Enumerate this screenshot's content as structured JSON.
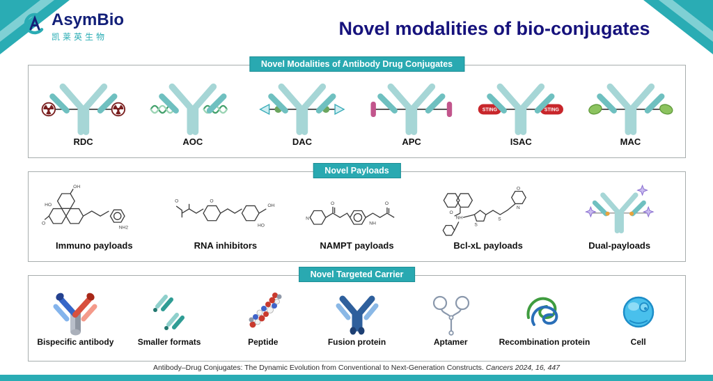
{
  "page": {
    "title": "Novel modalities of bio-conjugates",
    "footer_main": "Antibody–Drug Conjugates: The Dynamic Evolution from Conventional to Next-Generation Constructs.",
    "footer_journal": "Cancers 2024, 16, 447"
  },
  "logo": {
    "name": "AsymBio",
    "subtitle": "凯莱英生物"
  },
  "colors": {
    "teal": "#2aacb4",
    "navy": "#16127c",
    "antibody_light": "#a6d6d6",
    "antibody_dark": "#6fc0c0"
  },
  "sections": [
    {
      "header": "Novel Modalities of Antibody Drug Conjugates",
      "items": [
        {
          "label": "RDC"
        },
        {
          "label": "AOC"
        },
        {
          "label": "DAC"
        },
        {
          "label": "APC"
        },
        {
          "label": "ISAC",
          "tag": "STING"
        },
        {
          "label": "MAC"
        }
      ]
    },
    {
      "header": "Novel Payloads",
      "items": [
        {
          "label": "Immuno payloads"
        },
        {
          "label": "RNA inhibitors"
        },
        {
          "label": "NAMPT payloads"
        },
        {
          "label": "Bcl-xL payloads"
        },
        {
          "label": "Dual-payloads"
        }
      ]
    },
    {
      "header": "Novel Targeted Carrier",
      "items": [
        {
          "label": "Bispecific antibody"
        },
        {
          "label": "Smaller formats"
        },
        {
          "label": "Peptide"
        },
        {
          "label": "Fusion protein"
        },
        {
          "label": "Aptamer"
        },
        {
          "label": "Recombination protein"
        },
        {
          "label": "Cell"
        }
      ]
    }
  ],
  "molecules": {
    "immuno": [
      "OH",
      "HO",
      "O",
      "NH2"
    ],
    "rna": [
      "O",
      "O",
      "OH",
      "HO"
    ],
    "nampt": [
      "N",
      "O",
      "NH",
      "O"
    ],
    "bclxl": [
      "NH",
      "O",
      "S",
      "S",
      "N",
      "O"
    ]
  }
}
